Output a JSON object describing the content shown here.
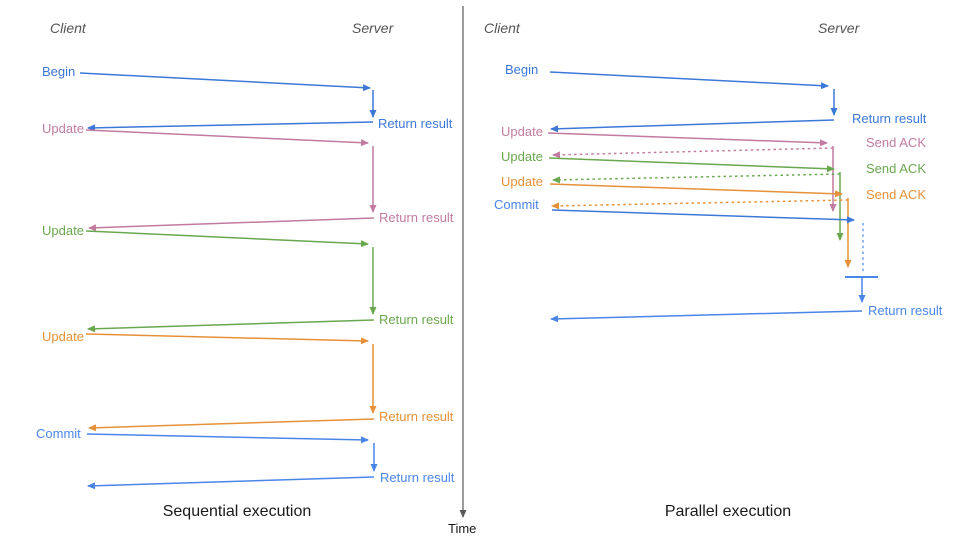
{
  "colors": {
    "blue1": "#3c78d8",
    "blue2": "#4a86e8",
    "lightblue": "#6d9eeb",
    "pink": "#c27ba0",
    "green": "#6aa84f",
    "orange": "#e69138",
    "axis": "#595959",
    "text": "#555555",
    "caption": "#1a1a1a"
  },
  "time_axis": {
    "label": "Time"
  },
  "sequential": {
    "title": "Sequential execution",
    "client_header": "Client",
    "server_header": "Server",
    "steps": [
      {
        "label": "Begin",
        "response": "Return result"
      },
      {
        "label": "Update",
        "response": "Return result"
      },
      {
        "label": "Update",
        "response": "Return result"
      },
      {
        "label": "Update",
        "response": "Return result"
      },
      {
        "label": "Commit",
        "response": "Return result"
      }
    ]
  },
  "parallel": {
    "title": "Parallel execution",
    "client_header": "Client",
    "server_header": "Server",
    "steps": [
      {
        "label": "Begin",
        "response": "Return result"
      },
      {
        "label": "Update",
        "response": "Send ACK"
      },
      {
        "label": "Update",
        "response": "Send ACK"
      },
      {
        "label": "Update",
        "response": "Send ACK"
      },
      {
        "label": "Commit",
        "response": "Return result"
      }
    ]
  }
}
